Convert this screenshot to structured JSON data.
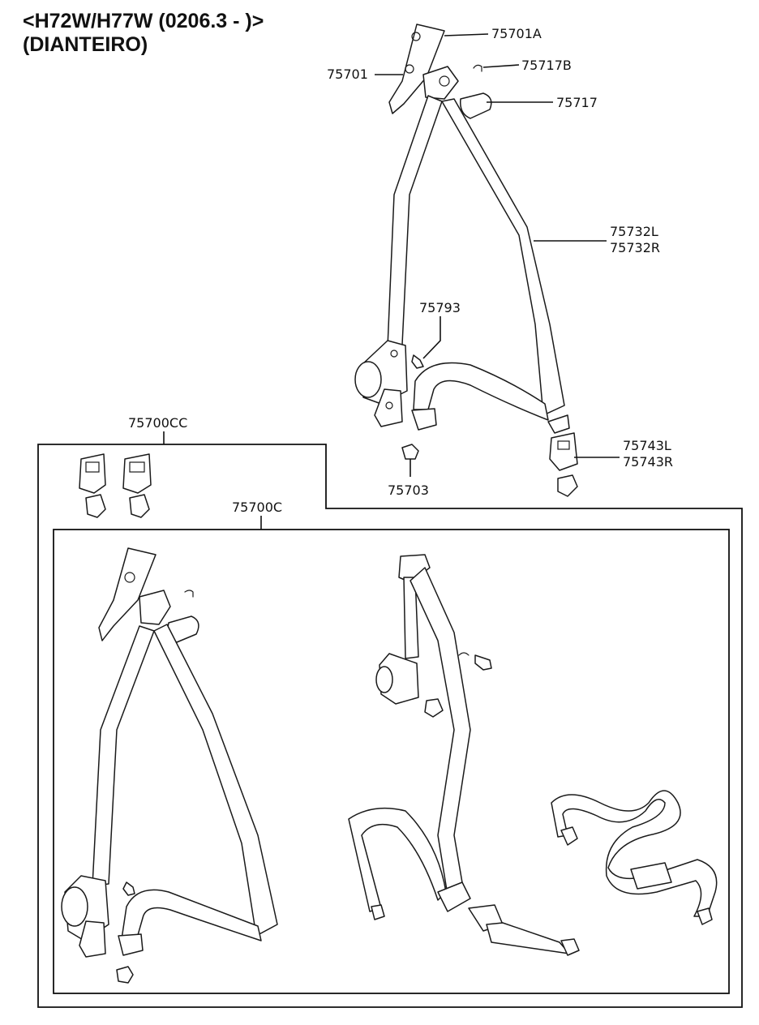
{
  "title": {
    "line1": "<H72W/H77W (0206.3 - )>",
    "line2": "(DIANTEIRO)"
  },
  "labels": {
    "p75701A": "75701A",
    "p75701": "75701",
    "p75717B": "75717B",
    "p75717": "75717",
    "p75732L": "75732L",
    "p75732R": "75732R",
    "p75793": "75793",
    "p75743L": "75743L",
    "p75743R": "75743R",
    "p75703": "75703",
    "p75700CC": "75700CC",
    "p75700C": "75700C"
  }
}
